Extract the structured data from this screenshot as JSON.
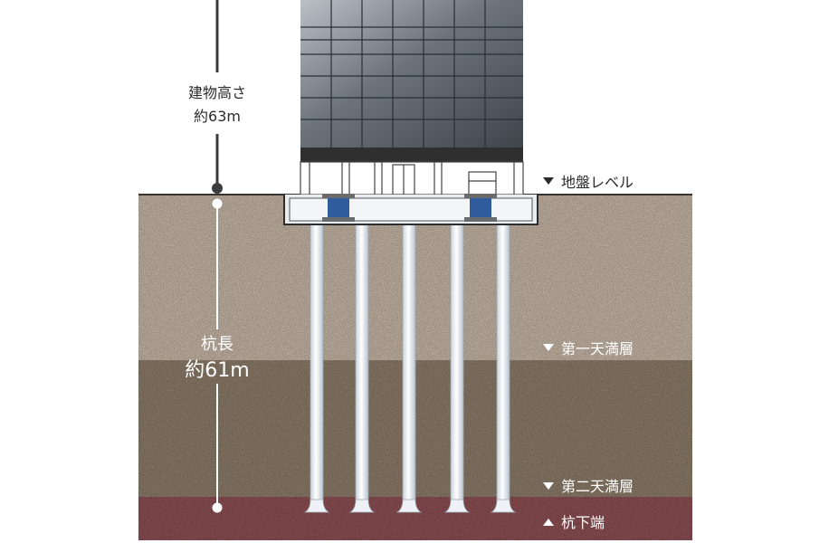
{
  "building_height": {
    "label": "建物高さ",
    "value": "約63m"
  },
  "pile_length": {
    "label": "杭長",
    "value": "約61m"
  },
  "levels": {
    "ground": "地盤レベル",
    "first_layer": "第一天満層",
    "second_layer": "第二天満層",
    "pile_tip": "杭下端"
  },
  "colors": {
    "surface_soil": "#c2b3a3",
    "middle_soil": "#8a7a68",
    "bottom_soil": "#8a4e52",
    "isolator": "#2f5c9c",
    "pile": "#eef2f6"
  },
  "icons": {
    "ground_marker": "triangle-down-icon",
    "first_layer_marker": "triangle-down-icon",
    "second_layer_marker": "triangle-down-icon",
    "pile_tip_marker": "triangle-up-icon"
  }
}
